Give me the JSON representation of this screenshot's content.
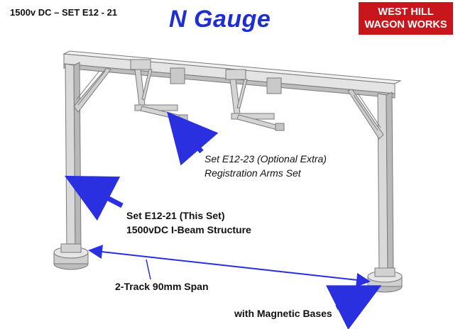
{
  "header": {
    "set_code": "1500v DC – SET E12 - 21",
    "title": "N Gauge"
  },
  "brand": {
    "line1": "WEST HILL",
    "line2": "WAGON WORKS",
    "color": "#c8161d"
  },
  "annotations": {
    "optional_line1": "Set E12-23 (Optional Extra)",
    "optional_line2": "Registration Arms Set",
    "this_set_line1": "Set E12-21 (This Set)",
    "this_set_line2": "1500vDC I-Beam Structure",
    "span": "2-Track 90mm Span",
    "bases": "with Magnetic Bases"
  },
  "colors": {
    "accent": "#1f2fcf",
    "arrow": "#2a2fe0",
    "structure": "#d7d7d7",
    "outline": "#7a7a7a"
  }
}
